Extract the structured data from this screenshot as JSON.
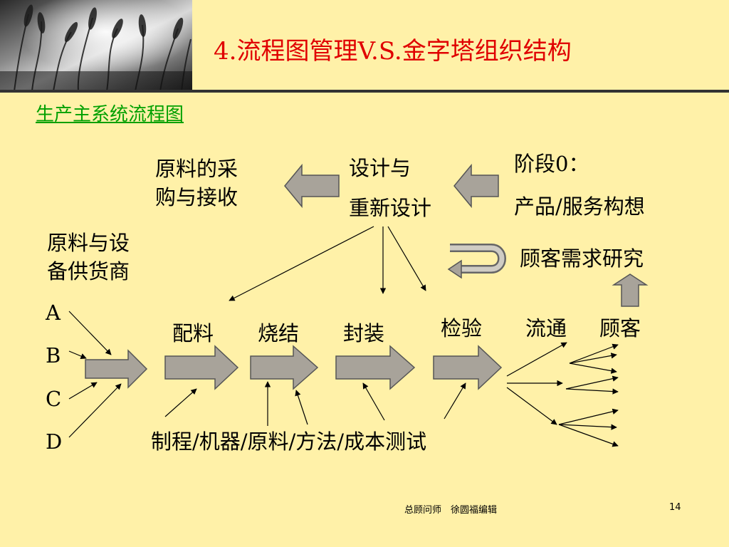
{
  "slide": {
    "title": "4.流程图管理V.S.金字塔组织结构",
    "subtitle": "生产主系统流程图",
    "colors": {
      "background": "#FFF1A8",
      "title": "#E00000",
      "subtitle": "#00A000",
      "arrow_fill": "#A8A39A",
      "rule": "#333333"
    }
  },
  "upper_flow": {
    "procurement": "原料的采\n购与接收",
    "design": "设计与\n重新设计",
    "stage0_line1": "阶段0：",
    "stage0_line2": "产品/服务构想",
    "research": "顾客需求研究"
  },
  "suppliers": {
    "header": "原料与设\n备供货商",
    "items": [
      "A",
      "B",
      "C",
      "D"
    ]
  },
  "main_flow": {
    "steps": [
      "配料",
      "烧结",
      "封装",
      "检验",
      "流通",
      "顾客"
    ]
  },
  "bottom_text": "制程/机器/原料/方法/成本测试",
  "footer": {
    "left": "总顾问师　徐圆福编辑",
    "page": "14"
  }
}
